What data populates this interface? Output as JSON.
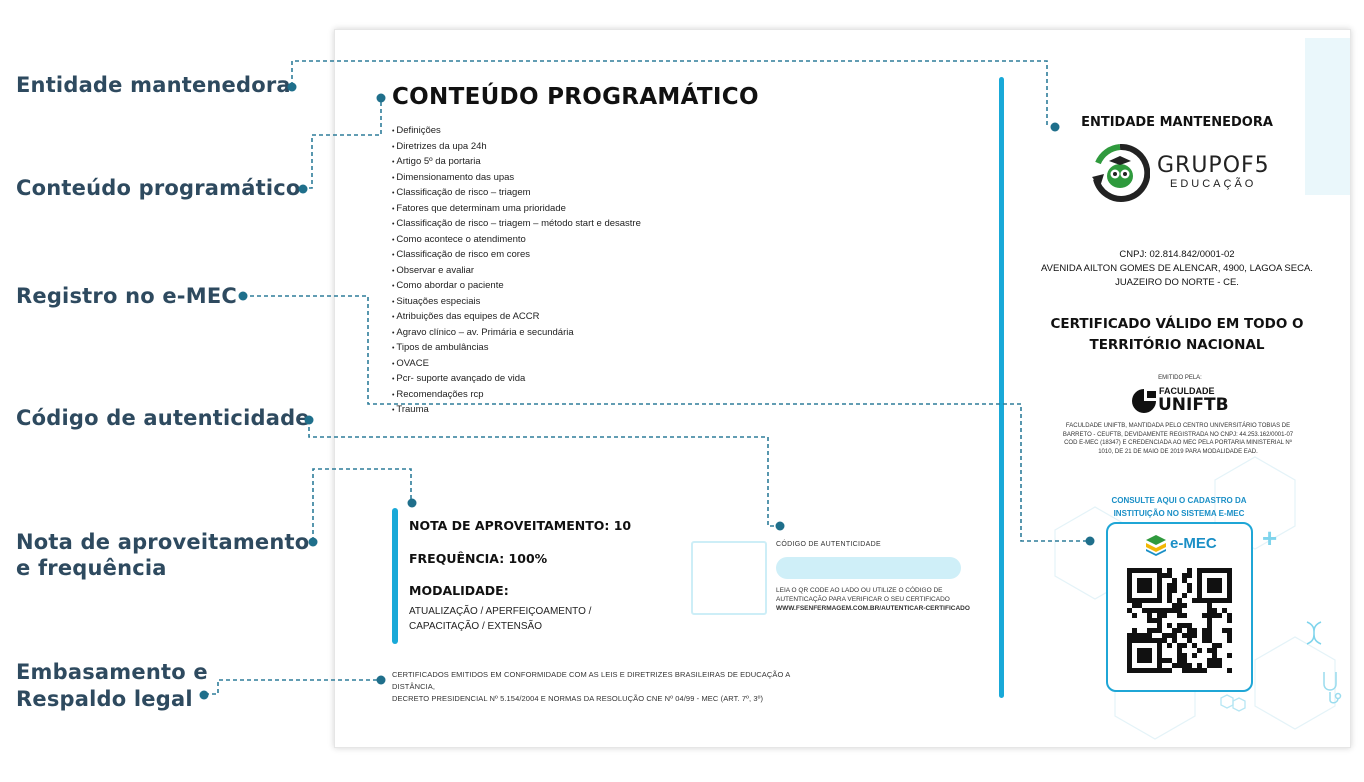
{
  "callouts": {
    "mantenedora": "Entidade mantenedora",
    "conteudo": "Conteúdo programático",
    "registro": "Registro no e-MEC",
    "codigo": "Código de autenticidade",
    "nota_line1": "Nota de aproveitamento",
    "nota_line2": "e frequência",
    "embasamento_line1": "Embasamento e",
    "embasamento_line2": "Respaldo legal"
  },
  "certificate": {
    "title": "CONTEÚDO PROGRAMÁTICO",
    "content_items": [
      "Definições",
      "Diretrizes da upa 24h",
      "Artigo 5º da portaria",
      "Dimensionamento das upas",
      "Classificação de risco – triagem",
      "Fatores que determinam uma prioridade",
      "Classificação de risco – triagem – método start e desastre",
      "Como acontece o atendimento",
      "Classificação de risco em cores",
      "Observar e avaliar",
      "Como abordar o paciente",
      "Situações especiais",
      "Atribuições das equipes de ACCR",
      "Agravo clínico – av. Primária e secundária",
      "Tipos de ambulâncias",
      "OVACE",
      "Pcr- suporte avançado de vida",
      "Recomendações rcp",
      "Trauma"
    ],
    "nota": "NOTA DE APROVEITAMENTO: 10",
    "frequencia": "FREQUÊNCIA: 100%",
    "modalidade_label": "MODALIDADE:",
    "modalidade_line1": "ATUALIZAÇÃO / APERFEIÇOAMENTO /",
    "modalidade_line2": "CAPACITAÇÃO / EXTENSÃO",
    "auth_label": "CÓDIGO DE AUTENTICIDADE",
    "auth_instr_line1": "LEIA O QR CODE AO LADO OU UTILIZE O CÓDIGO DE",
    "auth_instr_line2": "AUTENTICAÇÃO PARA VERIFICAR O SEU CERTIFICADO",
    "auth_url": "WWW.FSENFERMAGEM.COM.BR/AUTENTICAR-CERTIFICADO",
    "legal_line1": "CERTIFICADOS EMITIDOS EM CONFORMIDADE COM AS LEIS E DIRETRIZES BRASILEIRAS DE EDUCAÇÃO A DISTÂNCIA,",
    "legal_line2": "DECRETO PRESIDENCIAL Nº 5.154/2004 E NORMAS DA RESOLUÇÃO CNE Nº 04/99 - MEC (ART. 7º, 3º)"
  },
  "right_panel": {
    "heading": "ENTIDADE MANTENEDORA",
    "logo_name": "GRUPOF5",
    "logo_sub": "EDUCAÇÃO",
    "cnpj": "CNPJ: 02.814.842/0001-02",
    "address_line1": "AVENIDA AILTON GOMES DE ALENCAR, 4900, LAGOA SECA.",
    "address_line2": "JUAZEIRO DO NORTE - CE.",
    "valid_line1": "CERTIFICADO VÁLIDO EM TODO O",
    "valid_line2": "TERRITÓRIO NACIONAL",
    "emitido": "EMITIDO PELA:",
    "faculdade_small": "FACULDADE",
    "faculdade_big": "UNIFTB",
    "unif_desc": "FACULDADE UNIFTB, MANTIDADA PELO CENTRO UNIVERSITÁRIO TOBIAS DE BARRETO - CEUFTB, DEVIDAMENTE REGISTRADA NO CNPJ: 44.253.162/0001-07 COD E-MEC (18347) E CREDENCIADA AO MEC PELA PORTARIA MINISTERIAL Nº 1010, DE 21 DE MAIO DE 2019 PARA MODALIDADE EAD.",
    "consult_line1": "CONSULTE AQUI O CADASTRO DA",
    "consult_line2": "INSTITUIÇÃO NO SISTEMA E-MEC",
    "emec_label": "e-MEC"
  },
  "colors": {
    "accent": "#19a9d8",
    "callout_text": "#2e4a5f",
    "connector": "#2e7d9a",
    "light_cyan": "#cfeff8",
    "logo_green": "#2f9a3d"
  }
}
